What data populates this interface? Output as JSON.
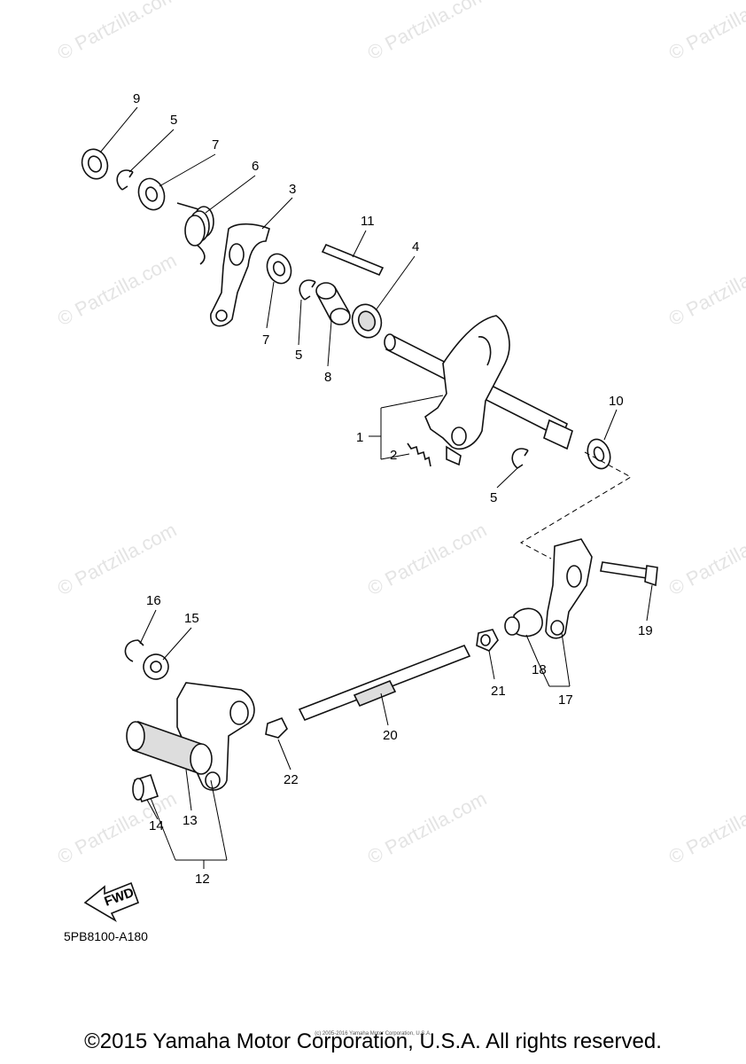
{
  "watermark": "© Partzilla.com",
  "diagram_code": "5PB8100-A180",
  "fwd_label": "FWD",
  "copyright": "©2015 Yamaha Motor Corporation, U.S.A. All rights reserved.",
  "small_credit": "(c) 2005-2016 Yamaha Motor Corporation, U.S.A.",
  "callouts": [
    "9",
    "5",
    "7",
    "6",
    "3",
    "11",
    "4",
    "7",
    "5",
    "8",
    "1",
    "2",
    "10",
    "5",
    "16",
    "15",
    "20",
    "21",
    "18",
    "17",
    "19",
    "22",
    "13",
    "14",
    "12"
  ]
}
